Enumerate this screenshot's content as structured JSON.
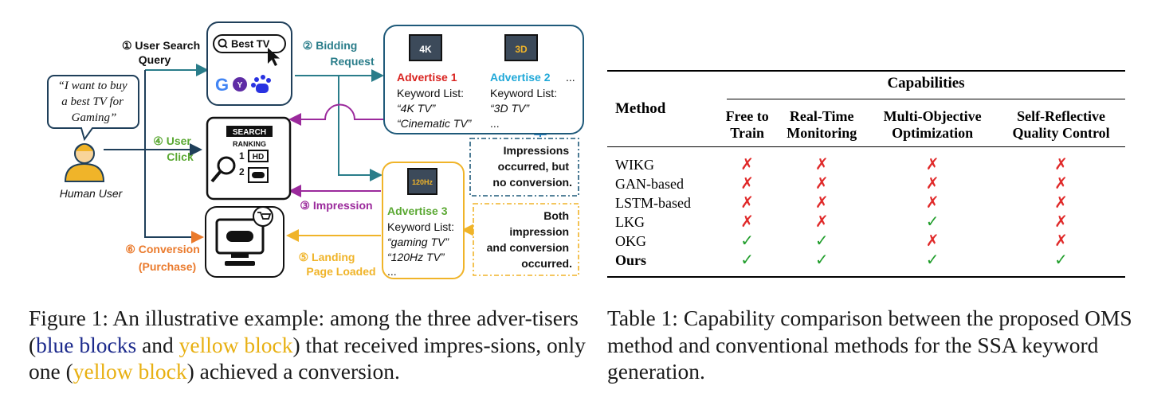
{
  "figure": {
    "step1": [
      "① User Search",
      "Query"
    ],
    "search_query": "Best TV",
    "step2": [
      "② Bidding",
      "Request"
    ],
    "speech": [
      "“I want to buy",
      "a best TV for",
      "Gaming”"
    ],
    "step4": [
      "④ User",
      "Click"
    ],
    "human_label": "Human User",
    "search_panel": [
      "SEARCH",
      "RANKING",
      "1",
      "HD",
      "2"
    ],
    "step3": "③ Impression",
    "step6": [
      "⑥ Conversion",
      "(Purchase)"
    ],
    "step5": [
      "⑤ Landing",
      "Page Loaded"
    ],
    "ad1": {
      "title": "Advertise 1",
      "kw_label": "Keyword List:",
      "kw1": "“4K TV”",
      "kw2": "“Cinematic TV”",
      "tv": "4K"
    },
    "ad2": {
      "title": "Advertise 2",
      "kw_label": "Keyword List:",
      "kw1": "“3D TV”",
      "more": "...",
      "tv": "3D"
    },
    "ad1_more": "...",
    "ad3": {
      "title": "Advertise 3",
      "kw_label": "Keyword List:",
      "kw1": "“gaming TV”",
      "kw2": "“120Hz TV”",
      "more": "...",
      "tv": "120Hz"
    },
    "note_blue": [
      "Impressions",
      "occurred, but",
      "no conversion."
    ],
    "note_yellow": [
      "Both",
      "impression",
      "and conversion",
      "occurred."
    ],
    "colors": {
      "navy": "#1f3f5a",
      "blue": "#2a86c8",
      "purple": "#9b2a9c",
      "green": "#5aa832",
      "orange": "#ea7a2c",
      "yellow": "#f0b429",
      "red": "#d9231f",
      "cyan": "#1fa8d8"
    }
  },
  "caption1": {
    "prefix": "Figure 1: An illustrative example: among the three adver-tisers (",
    "blue": "blue blocks",
    "mid": " and ",
    "yellow1": "yellow block",
    "mid2": ") that received impres-sions, only one (",
    "yellow2": "yellow block",
    "suffix": ") achieved a conversion."
  },
  "table": {
    "method_header": "Method",
    "capabilities_header": "Capabilities",
    "columns": [
      [
        "Free to",
        "Train"
      ],
      [
        "Real-Time",
        "Monitoring"
      ],
      [
        "Multi-Objective",
        "Optimization"
      ],
      [
        "Self-Reflective",
        "Quality Control"
      ]
    ],
    "rows": [
      {
        "name": "WIKG",
        "marks": [
          "✗",
          "✗",
          "✗",
          "✗"
        ]
      },
      {
        "name": "GAN-based",
        "marks": [
          "✗",
          "✗",
          "✗",
          "✗"
        ]
      },
      {
        "name": "LSTM-based",
        "marks": [
          "✗",
          "✗",
          "✗",
          "✗"
        ]
      },
      {
        "name": "LKG",
        "marks": [
          "✗",
          "✗",
          "✓",
          "✗"
        ]
      },
      {
        "name": "OKG",
        "marks": [
          "✓",
          "✓",
          "✗",
          "✗"
        ]
      },
      {
        "name": "Ours",
        "marks": [
          "✓",
          "✓",
          "✓",
          "✓"
        ]
      }
    ]
  },
  "caption2": "Table 1: Capability comparison between the proposed OMS method and conventional methods for the SSA keyword generation."
}
